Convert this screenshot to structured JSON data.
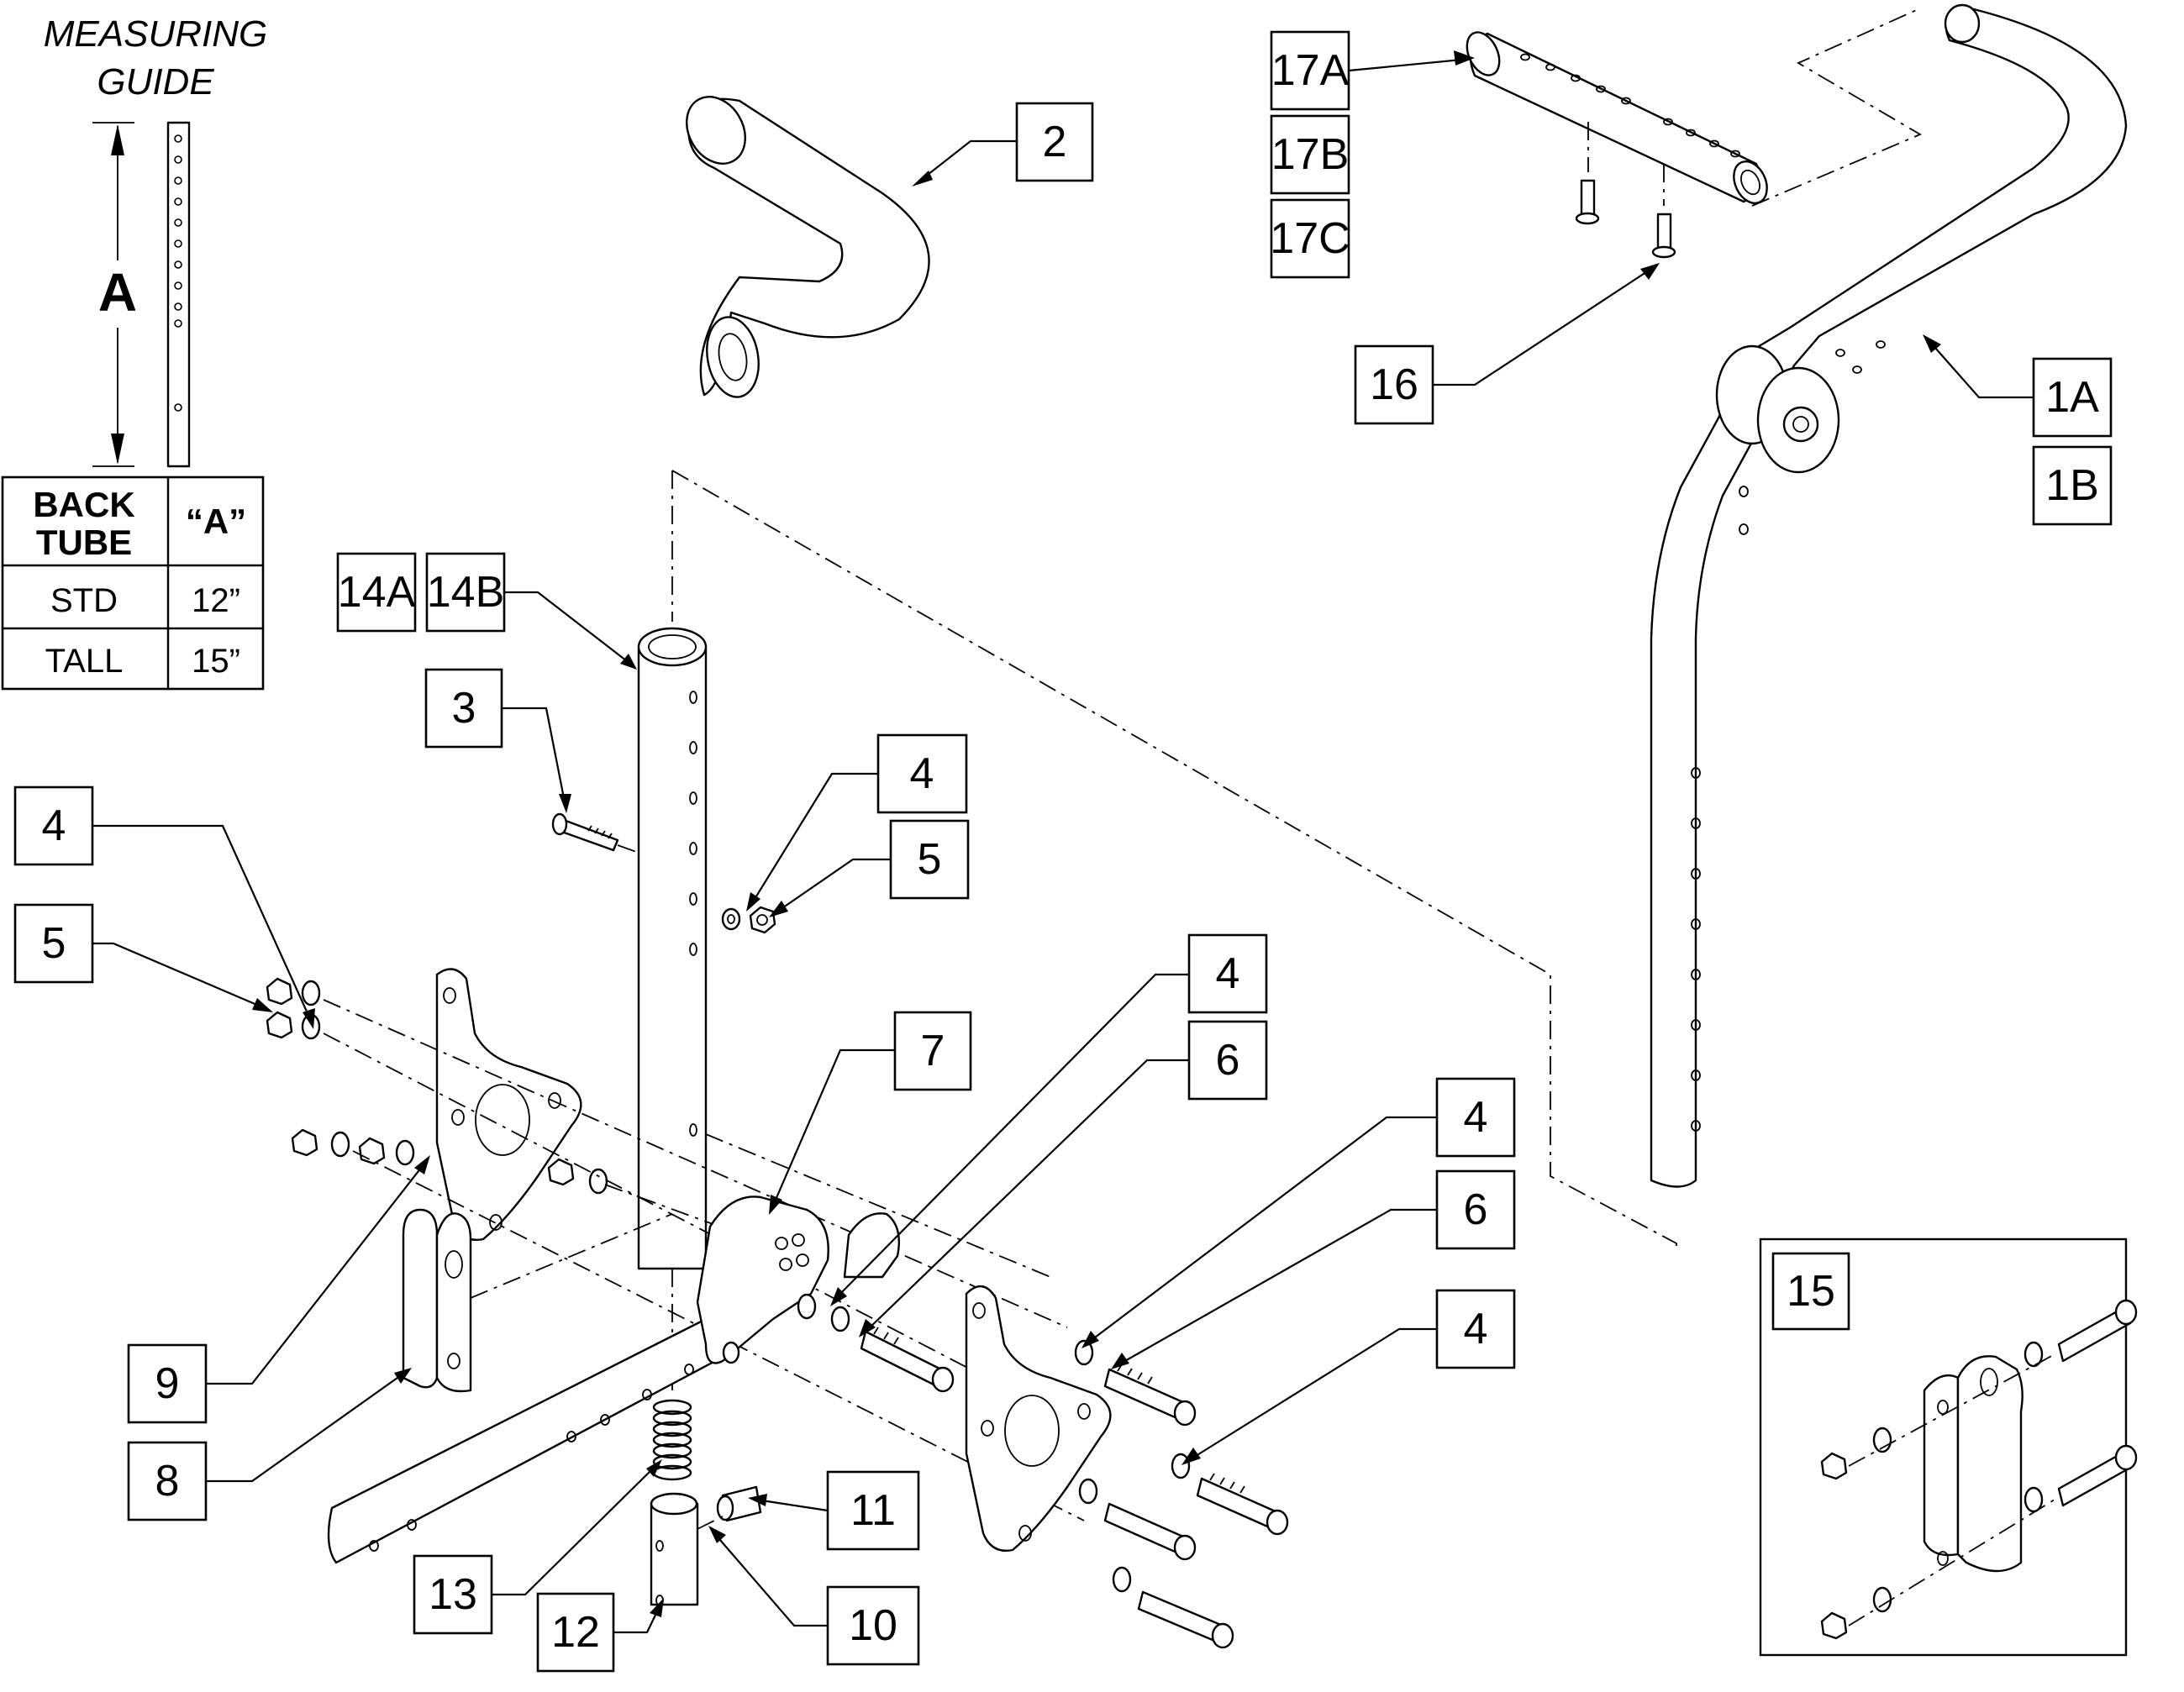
{
  "measuring_guide": {
    "title_line1": "MEASURING",
    "title_line2": "GUIDE",
    "dimension_letter": "A",
    "table": {
      "header_col1_line1": "BACK",
      "header_col1_line2": "TUBE",
      "header_col2": "“A”",
      "rows": [
        {
          "tube": "STD",
          "a": "12”"
        },
        {
          "tube": "TALL",
          "a": "15”"
        }
      ]
    }
  },
  "callouts": {
    "c2": "2",
    "c17a": "17A",
    "c17b": "17B",
    "c17c": "17C",
    "c16": "16",
    "c1a": "1A",
    "c1b": "1B",
    "c14a": "14A",
    "c14b": "14B",
    "c3": "3",
    "c4_top": "4",
    "c5_top": "5",
    "c4_left": "4",
    "c5_left": "5",
    "c4_mid": "4",
    "c6_mid": "6",
    "c7": "7",
    "c4_r1": "4",
    "c6_r": "6",
    "c4_r2": "4",
    "c9": "9",
    "c8": "8",
    "c11": "11",
    "c10": "10",
    "c13": "13",
    "c12": "12",
    "c15": "15"
  }
}
